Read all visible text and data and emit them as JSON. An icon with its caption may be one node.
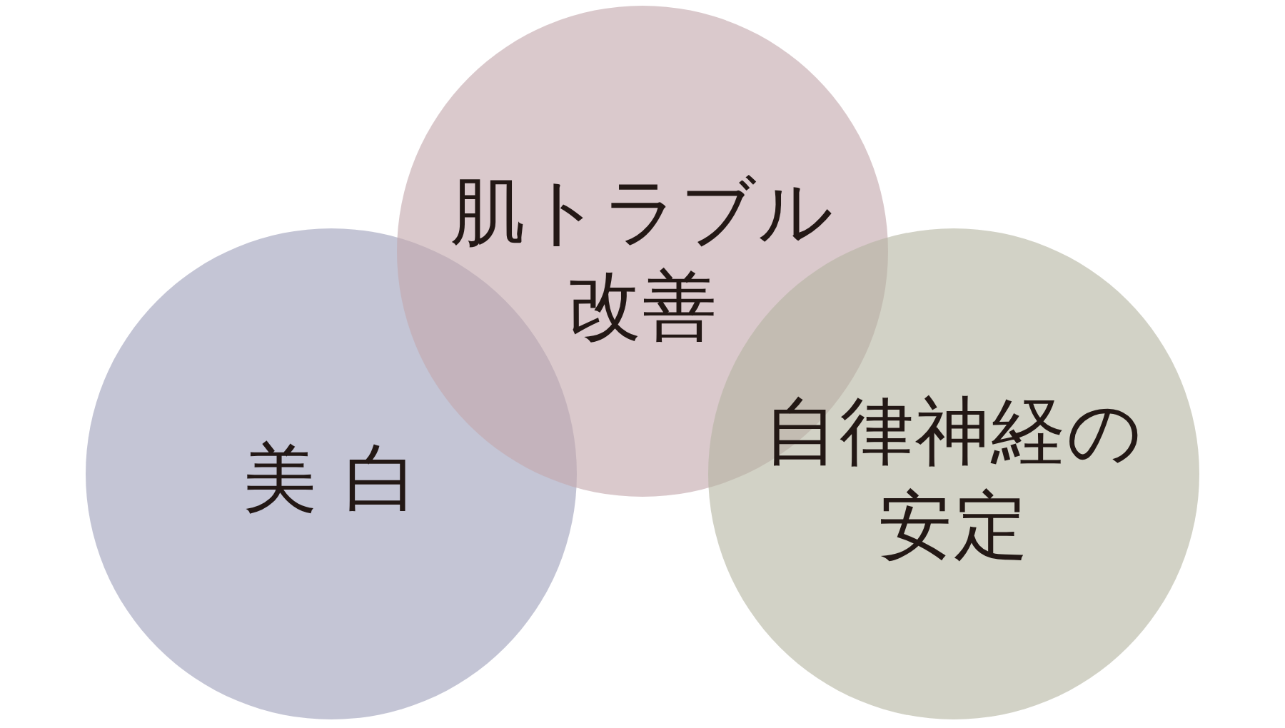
{
  "diagram": {
    "nodes": [
      {
        "text": [
          "肌トラブル改善"
        ]
      },
      {
        "text": [
          "美 白"
        ]
      },
      {
        "text": [
          "自律神経の安定"
        ]
      }
    ]
  }
}
